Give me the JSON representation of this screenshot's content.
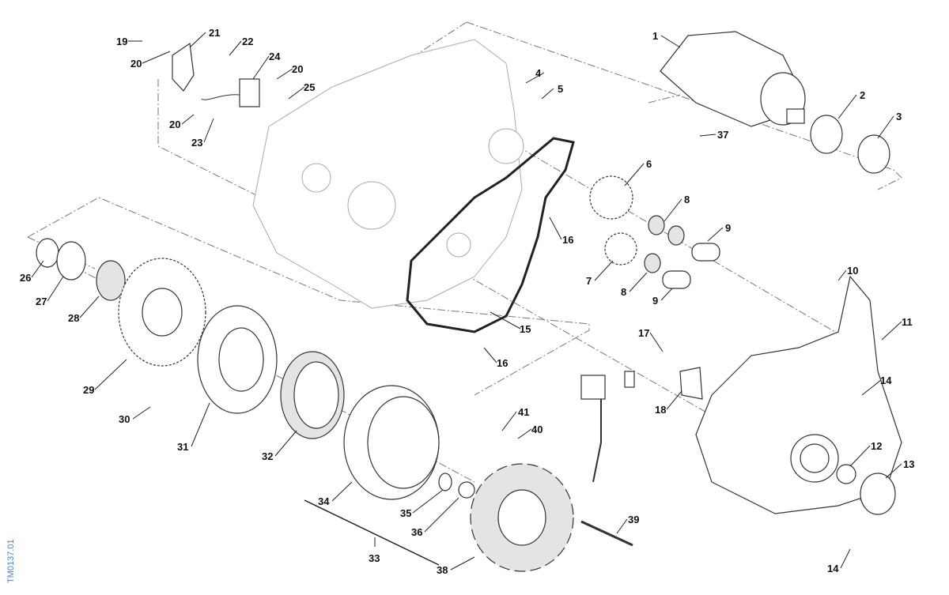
{
  "diagram_code": "TM0137.01",
  "callouts": {
    "c1": "1",
    "c2": "2",
    "c3": "3",
    "c4": "4",
    "c5": "5",
    "c6": "6",
    "c7": "7",
    "c8a": "8",
    "c8b": "8",
    "c9a": "9",
    "c9b": "9",
    "c10": "10",
    "c11": "11",
    "c12": "12",
    "c13": "13",
    "c14a": "14",
    "c14b": "14",
    "c15": "15",
    "c16a": "16",
    "c16b": "16",
    "c17": "17",
    "c18": "18",
    "c19": "19",
    "c20a": "20",
    "c20b": "20",
    "c20c": "20",
    "c21": "21",
    "c22": "22",
    "c23": "23",
    "c24": "24",
    "c25": "25",
    "c26": "26",
    "c27": "27",
    "c28": "28",
    "c29": "29",
    "c30": "30",
    "c31": "31",
    "c32": "32",
    "c33": "33",
    "c34": "34",
    "c35": "35",
    "c36": "36",
    "c37": "37",
    "c38": "38",
    "c39": "39",
    "c40": "40",
    "c41": "41"
  }
}
